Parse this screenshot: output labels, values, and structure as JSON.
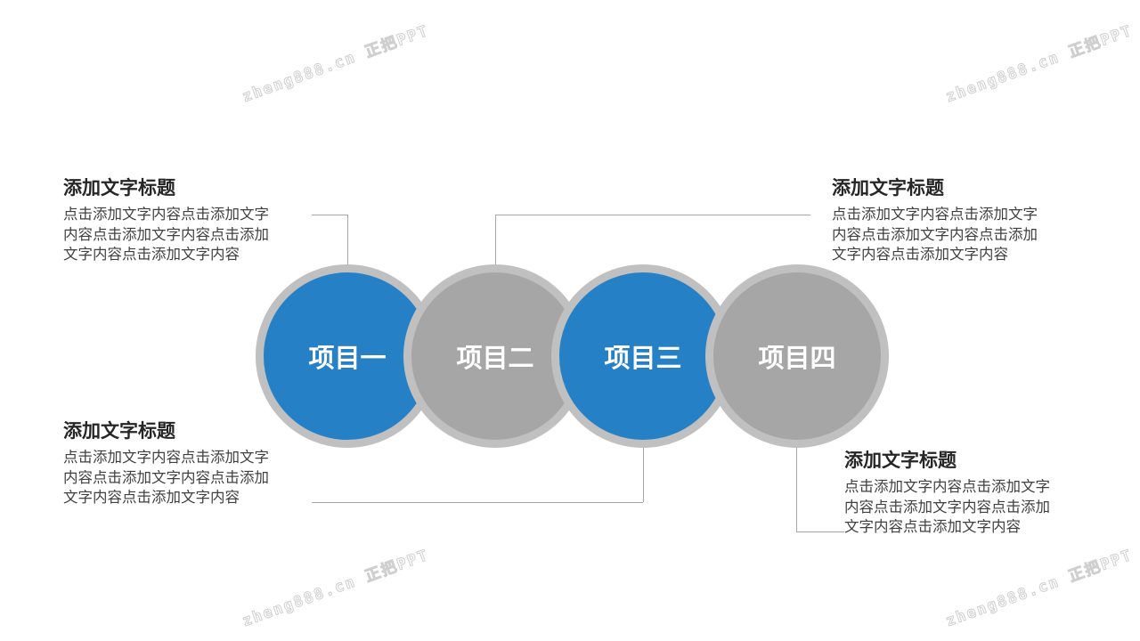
{
  "watermark": "zheng888.cn 正把PPT",
  "items": [
    {
      "label": "项目一",
      "color": "#2680c6"
    },
    {
      "label": "项目二",
      "color": "#a6a6a6"
    },
    {
      "label": "项目三",
      "color": "#2680c6"
    },
    {
      "label": "项目四",
      "color": "#a6a6a6"
    }
  ],
  "blocks": [
    {
      "title": "添加文字标题",
      "lines": [
        "点击添加文字内容点击添加文字",
        "内容点击添加文字内容点击添加",
        "文字内容点击添加文字内容"
      ]
    },
    {
      "title": "添加文字标题",
      "lines": [
        "点击添加文字内容点击添加文字",
        "内容点击添加文字内容点击添加",
        "文字内容点击添加文字内容"
      ]
    },
    {
      "title": "添加文字标题",
      "lines": [
        "点击添加文字内容点击添加文字",
        "内容点击添加文字内容点击添加",
        "文字内容点击添加文字内容"
      ]
    },
    {
      "title": "添加文字标题",
      "lines": [
        "点击添加文字内容点击添加文字",
        "内容点击添加文字内容点击添加",
        "文字内容点击添加文字内容"
      ]
    }
  ]
}
